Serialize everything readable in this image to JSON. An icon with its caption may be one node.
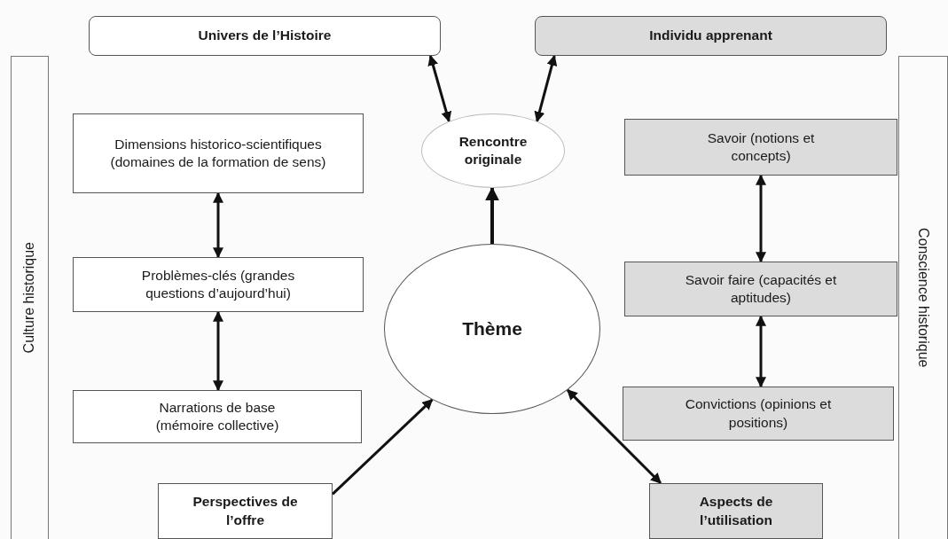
{
  "diagram": {
    "nodes": [
      {
        "text": [
          "Univers de l’Histoire"
        ]
      },
      {
        "text": [
          "Individu apprenant"
        ]
      },
      {
        "text": [
          "Culture historique"
        ]
      },
      {
        "text": [
          "Conscience historique"
        ]
      },
      {
        "text": [
          "Dimensions historico-scientifiques (domaines de la formation de sens)"
        ]
      },
      {
        "text": [
          "Rencontre originale"
        ]
      },
      {
        "text": [
          "Savoir (notions et concepts)"
        ]
      },
      {
        "text": [
          "Problèmes-clés (grandes questions d’aujourd’hui)"
        ]
      },
      {
        "text": [
          "Savoir faire (capacités et aptitudes)"
        ]
      },
      {
        "text": [
          "Thème"
        ]
      },
      {
        "text": [
          "Narrations de base (mémoire collective)"
        ]
      },
      {
        "text": [
          "Convictions (opinions et positions)"
        ]
      },
      {
        "text": [
          "Perspectives de l’offre"
        ]
      },
      {
        "text": [
          "Aspects de l’utilisation"
        ]
      }
    ],
    "edges": [
      {
        "from": 0,
        "to": 5,
        "arrow": "both"
      },
      {
        "from": 1,
        "to": 5,
        "arrow": "both"
      },
      {
        "from": 4,
        "to": 7,
        "arrow": "both"
      },
      {
        "from": 7,
        "to": 10,
        "arrow": "both"
      },
      {
        "from": 6,
        "to": 8,
        "arrow": "both"
      },
      {
        "from": 8,
        "to": 11,
        "arrow": "both"
      },
      {
        "from": 9,
        "to": 5,
        "arrow": "to"
      },
      {
        "from": 12,
        "to": 9,
        "arrow": "to"
      },
      {
        "from": 9,
        "to": 13,
        "arrow": "both"
      }
    ]
  }
}
